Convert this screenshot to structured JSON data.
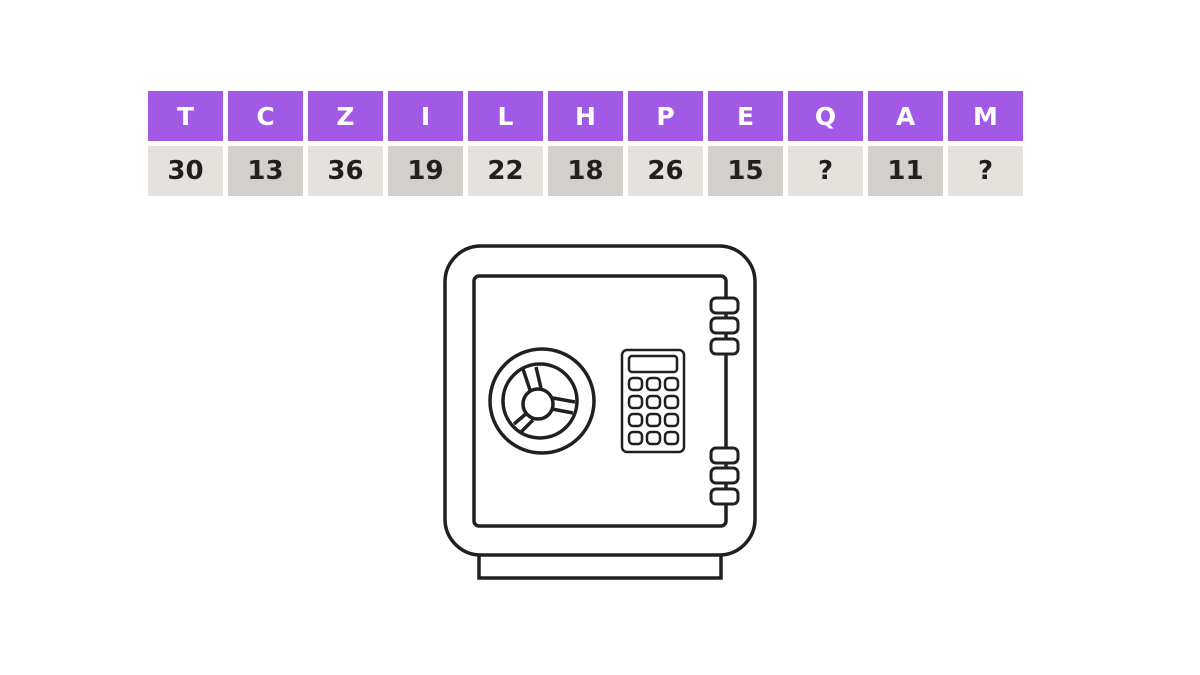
{
  "puzzle": {
    "columns": [
      {
        "letter": "T",
        "value": "30",
        "shade": "light"
      },
      {
        "letter": "C",
        "value": "13",
        "shade": "dark"
      },
      {
        "letter": "Z",
        "value": "36",
        "shade": "light"
      },
      {
        "letter": "I",
        "value": "19",
        "shade": "dark"
      },
      {
        "letter": "L",
        "value": "22",
        "shade": "light"
      },
      {
        "letter": "H",
        "value": "18",
        "shade": "dark"
      },
      {
        "letter": "P",
        "value": "26",
        "shade": "light"
      },
      {
        "letter": "E",
        "value": "15",
        "shade": "dark"
      },
      {
        "letter": "Q",
        "value": "?",
        "shade": "light"
      },
      {
        "letter": "A",
        "value": "11",
        "shade": "dark"
      },
      {
        "letter": "M",
        "value": "?",
        "shade": "light"
      }
    ]
  },
  "colors": {
    "letter_bg": "#a259e6",
    "letter_text": "#ffffff",
    "number_bg_light": "#e5e2de",
    "number_bg_dark": "#d3cfcb",
    "number_text": "#231f20",
    "outline": "#231f20"
  },
  "illustration": {
    "icon": "safe-icon",
    "parts": [
      "combination-dial-icon",
      "keypad-icon",
      "hinge-icon"
    ]
  }
}
